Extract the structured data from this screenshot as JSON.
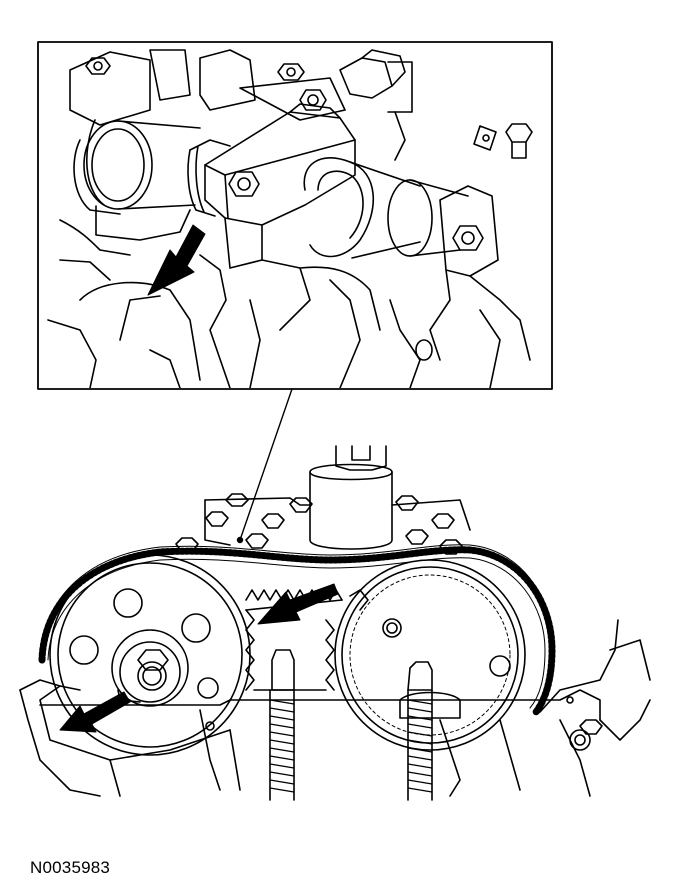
{
  "figure": {
    "id_label": "N0035983",
    "ink_color": "#000000",
    "paper_color": "#ffffff"
  },
  "callouts": [
    {
      "name": "detail-inset-arrow",
      "icon": "arrow-icon"
    },
    {
      "name": "camshaft-sprocket-arrow",
      "icon": "arrow-icon"
    },
    {
      "name": "crank-bolt-arrow",
      "icon": "arrow-icon"
    }
  ]
}
